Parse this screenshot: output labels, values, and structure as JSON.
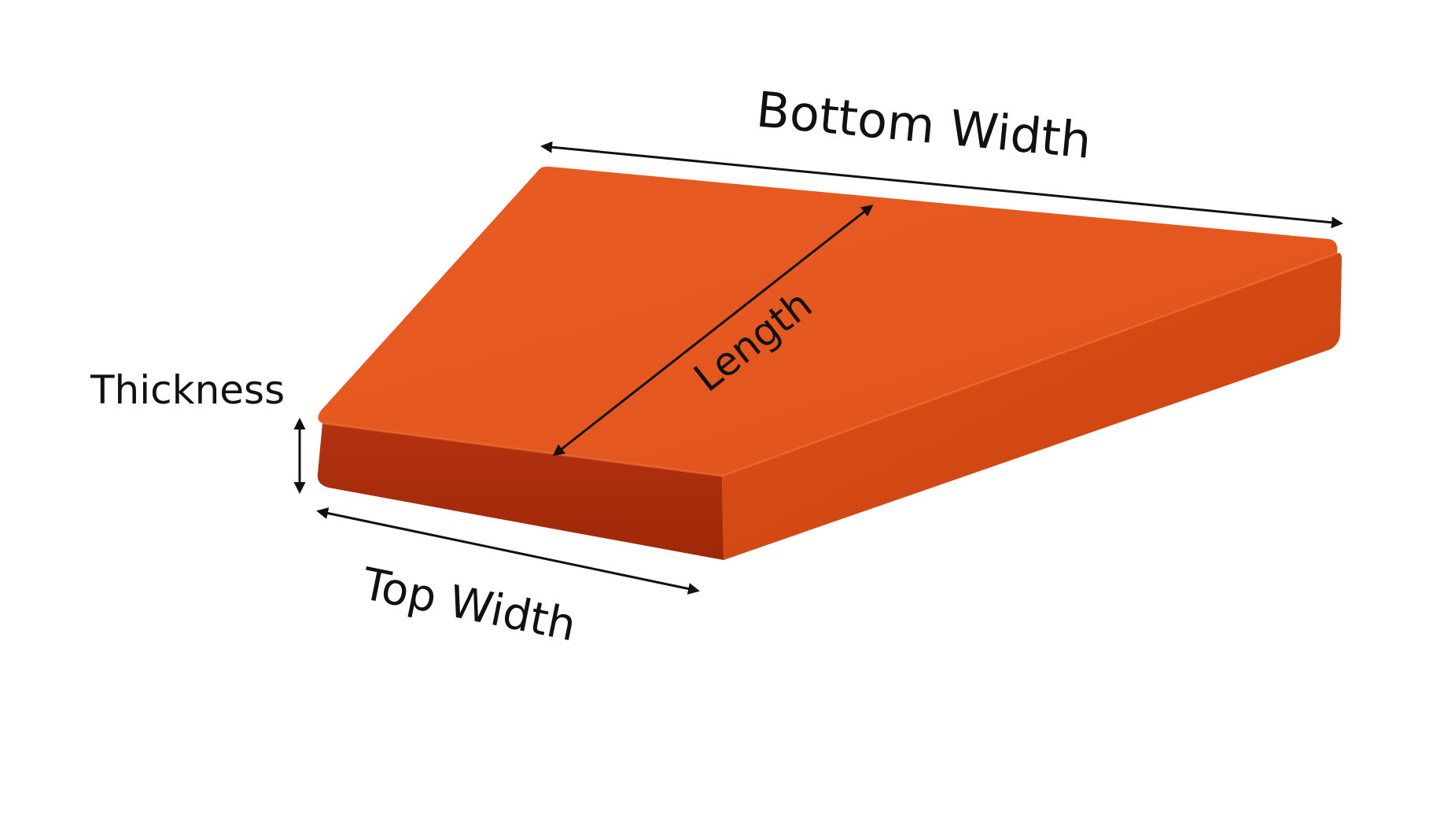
{
  "diagram": {
    "cushion_color": "#e0561f",
    "labels": {
      "bottom_width": "Bottom Width",
      "length": "Length",
      "thickness": "Thickness",
      "top_width": "Top Width"
    }
  }
}
